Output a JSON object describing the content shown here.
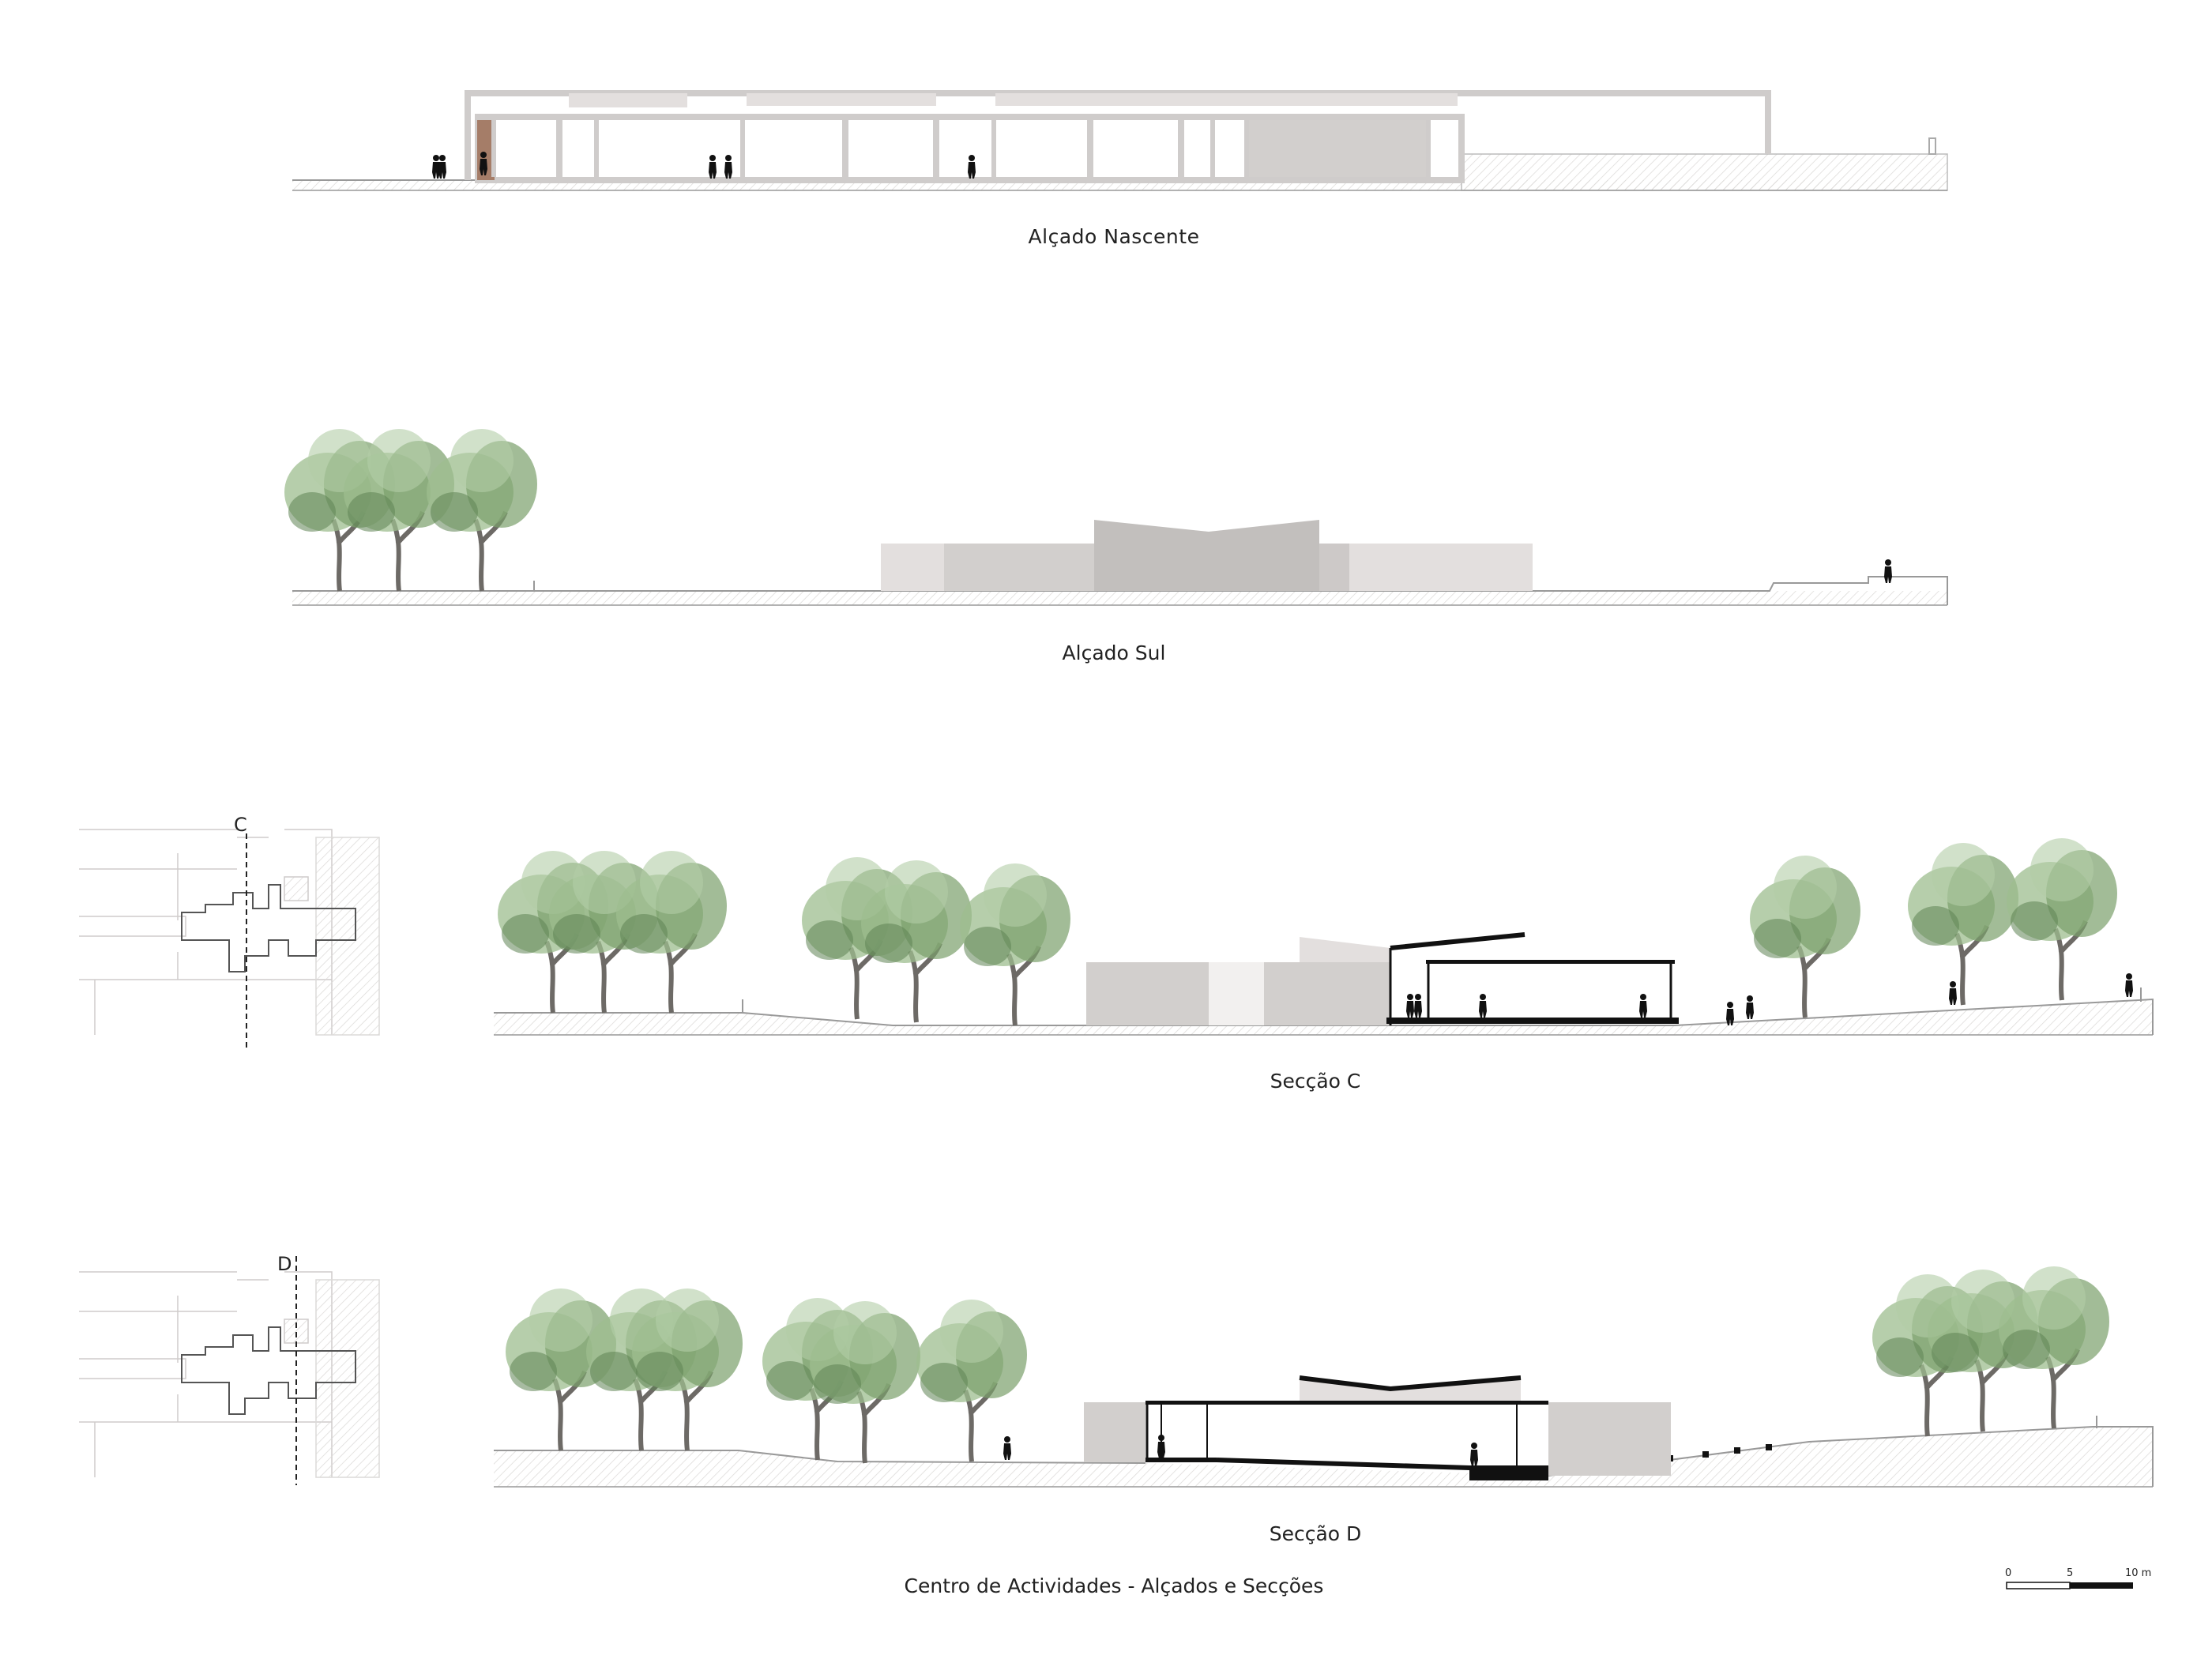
{
  "sheet_title": "Centro de Actividades - Alçados e Secções",
  "drawings": {
    "east_elevation": {
      "caption": "Alçado Nascente"
    },
    "south_elevation": {
      "caption": "Alçado Sul"
    },
    "section_c": {
      "caption": "Secção C",
      "key_letter": "C"
    },
    "section_d": {
      "caption": "Secção D",
      "key_letter": "D"
    }
  },
  "scale_bar": {
    "labels": [
      "0",
      "5",
      "10 m"
    ]
  },
  "colors": {
    "line": "#b9b6b4",
    "ground_hatch": "#e4e2e0",
    "volume_light": "#e3dfde",
    "volume_mid": "#d2cfcd",
    "volume_dark": "#c2bfbd",
    "tree_light": "#9dbd8f",
    "tree_mid": "#7aa06b",
    "tree_dark": "#5e8453",
    "trunk": "#6d6a66",
    "door": "#a57d68",
    "cut": "#111111"
  }
}
